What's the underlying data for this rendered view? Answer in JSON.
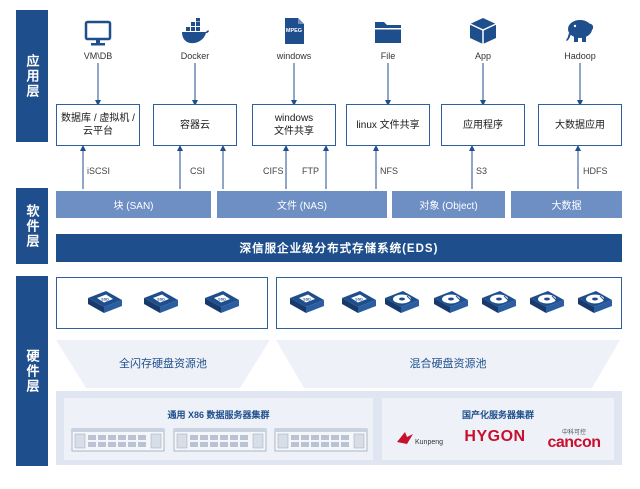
{
  "layers": {
    "application": "应用层",
    "software": "软件层",
    "hardware": "硬件层"
  },
  "top_items": [
    {
      "label": "VM\\DB",
      "icon": "monitor-icon"
    },
    {
      "label": "Docker",
      "icon": "docker-whale-icon"
    },
    {
      "label": "windows",
      "icon": "mpeg-file-icon"
    },
    {
      "label": "File",
      "icon": "folder-icon"
    },
    {
      "label": "App",
      "icon": "package-cube-icon"
    },
    {
      "label": "Hadoop",
      "icon": "hadoop-elephant-icon"
    }
  ],
  "app_boxes": [
    "数据库 / 虚拟机 /\n云平台",
    "容器云",
    "windows\n文件共享",
    "linux 文件共享",
    "应用程序",
    "大数据应用"
  ],
  "protocols": [
    "iSCSI",
    "CSI",
    "CIFS",
    "FTP",
    "NFS",
    "S3",
    "HDFS"
  ],
  "software_boxes": [
    "块 (SAN)",
    "文件 (NAS)",
    "对象 (Object)",
    "大数据"
  ],
  "eds_title": "深信服企业级分布式存储系统(EDS)",
  "disk_pools": [
    "全闪存硬盘资源池",
    "混合硬盘资源池"
  ],
  "disk_icons": {
    "ssd": "ssd-chip-icon",
    "hdd": "hdd-disk-icon"
  },
  "server_panels": {
    "x86_title": "通用 X86 数据服务器集群",
    "domestic_title": "国产化服务器集群",
    "brands": [
      "Kunpeng",
      "HYGON",
      "cancon"
    ],
    "cancon_cn": "中科可控"
  },
  "colors": {
    "primary": "#1f4e8c",
    "soft": "#6d8fc4",
    "panel": "#eef2f8"
  }
}
